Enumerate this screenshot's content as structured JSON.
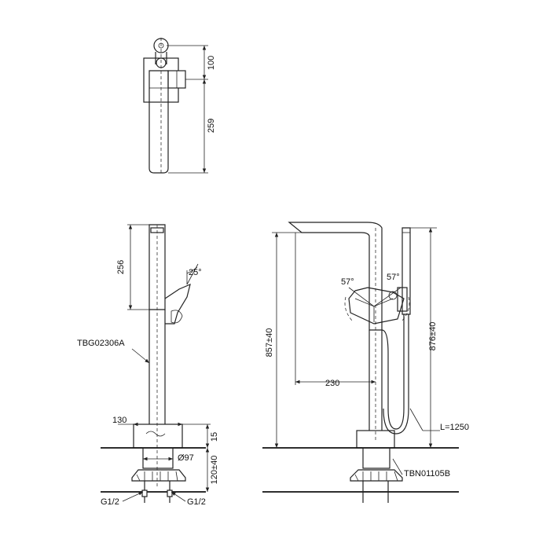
{
  "dimensions": {
    "top_offset": "100",
    "top_length": "259",
    "side_height": "256",
    "side_angle": "25°",
    "base_width": "130",
    "floor_thickness": "15",
    "pipe_diameter": "Ø97",
    "install_depth": "120±40",
    "front_total": "857±40",
    "front_reach": "230",
    "handle_angle_left": "57°",
    "handle_angle_right": "57°",
    "hand_shower_height": "876±40",
    "hose_length": "L=1250"
  },
  "labels": {
    "spout_model": "TBG02306A",
    "body_model": "TBN01105B",
    "inlet_left": "G1/2",
    "inlet_right": "G1/2"
  }
}
